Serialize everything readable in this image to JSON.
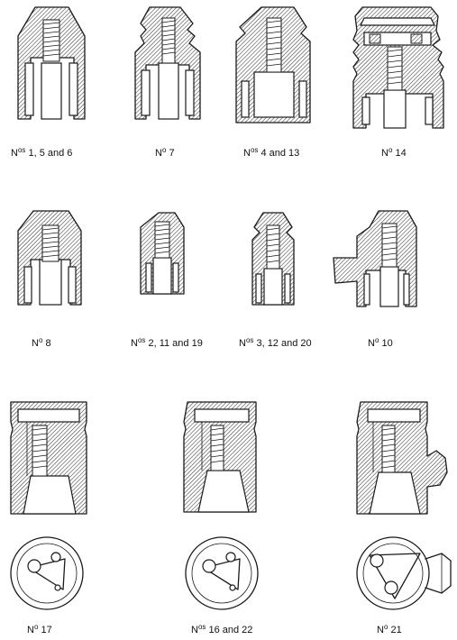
{
  "labels": {
    "n1": "N",
    "n1_sup": "os",
    "n1_txt": " 1, 5 and 6",
    "n2": "N",
    "n2_sup": "o",
    "n2_txt": " 7",
    "n3": "N",
    "n3_sup": "os",
    "n3_txt": " 4 and 13",
    "n4": "N",
    "n4_sup": "o",
    "n4_txt": " 14",
    "n5": "N",
    "n5_sup": "o",
    "n5_txt": " 8",
    "n6": "N",
    "n6_sup": "os",
    "n6_txt": " 2, 11 and 19",
    "n7": "N",
    "n7_sup": "os",
    "n7_txt": " 3, 12 and 20",
    "n8": "N",
    "n8_sup": "o",
    "n8_txt": " 10",
    "n9": "N",
    "n9_sup": "o",
    "n9_txt": " 17",
    "n10": "N",
    "n10_sup": "os",
    "n10_txt": " 16 and 22",
    "n11": "N",
    "n11_sup": "o",
    "n11_txt": " 21"
  }
}
